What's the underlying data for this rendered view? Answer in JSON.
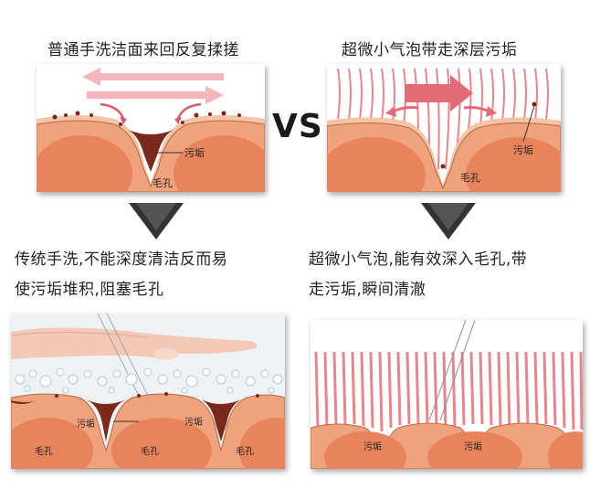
{
  "left": {
    "title": "普通手洗洁面来回反复揉搓",
    "caption_line1": "传统手洗,不能深度清洁反而易",
    "caption_line2": "使污垢堆积,阻塞毛孔",
    "label_dirt": "污垢",
    "label_pore": "毛孔"
  },
  "right": {
    "title": "超微小气泡带走深层污垢",
    "caption_line1": "超微小气泡,能有效深入毛孔,带",
    "caption_line2": "走污垢,瞬间清澈",
    "label_dirt": "污垢",
    "label_pore": "毛孔"
  },
  "vs_label": "VS",
  "colors": {
    "skin": "#f0a27c",
    "skin_dark": "#e0845c",
    "skin_edge": "#b86845",
    "dirt": "#7a2a1a",
    "arrow": "#e36b75",
    "stripe": "#e8858c",
    "triangle": "#333333"
  }
}
